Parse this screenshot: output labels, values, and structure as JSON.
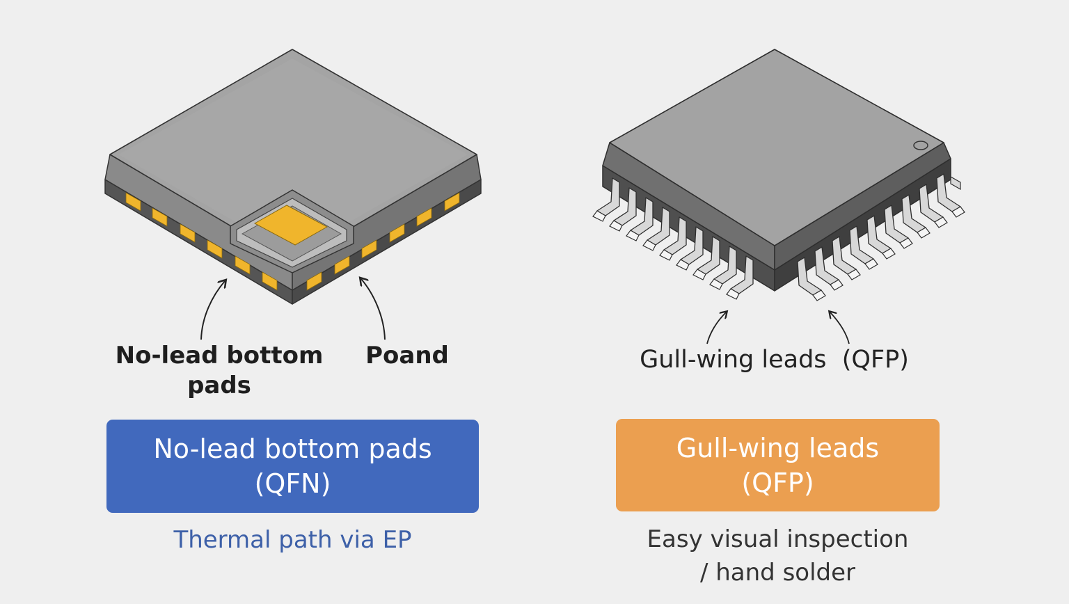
{
  "qfn": {
    "callout_line1": "No-lead bottom",
    "callout_line2": "pads",
    "callout_pad": "Poand",
    "box_line1": "No-lead bottom pads",
    "box_line2": "(QFN)",
    "caption": "Thermal path via EP"
  },
  "qfp": {
    "callout": "Gull-wing leads  (QFP)",
    "box_line1": "Gull-wing leads",
    "box_line2": "(QFP)",
    "caption_line1": "Easy visual inspection",
    "caption_line2": "/ hand solder"
  },
  "colors": {
    "qfn_box": "#4169bd",
    "qfp_box": "#eb9f50",
    "qfn_caption": "#3d60a8",
    "qfp_caption": "#333333",
    "pad_gold": "#f0b52c",
    "body_top": "#a4a4a4",
    "body_side": "#5d5d5d"
  }
}
